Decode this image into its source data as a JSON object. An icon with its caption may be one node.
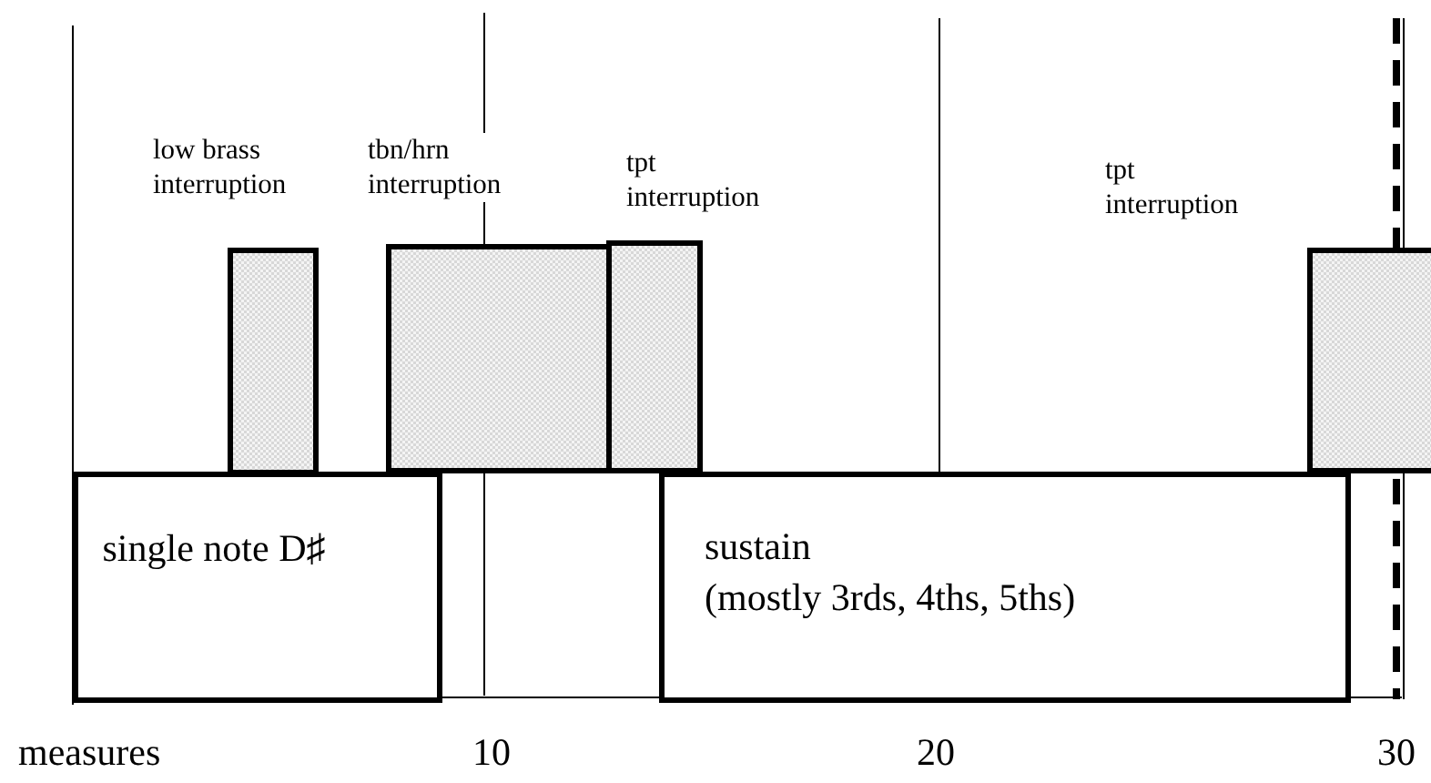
{
  "diagram": {
    "nodes": [
      {
        "text": [
          "low brass interruption"
        ]
      },
      {
        "text": [
          "tbn/hrn interruption"
        ]
      },
      {
        "text": [
          "tpt interruption"
        ]
      },
      {
        "text": [
          "tpt interruption"
        ]
      },
      {
        "text": [
          "single note D♯"
        ]
      },
      {
        "text": [
          "sustain",
          "(mostly 3rds, 4ths, 5ths)"
        ]
      }
    ],
    "labels": [
      "measures",
      "10",
      "20",
      "30"
    ]
  }
}
